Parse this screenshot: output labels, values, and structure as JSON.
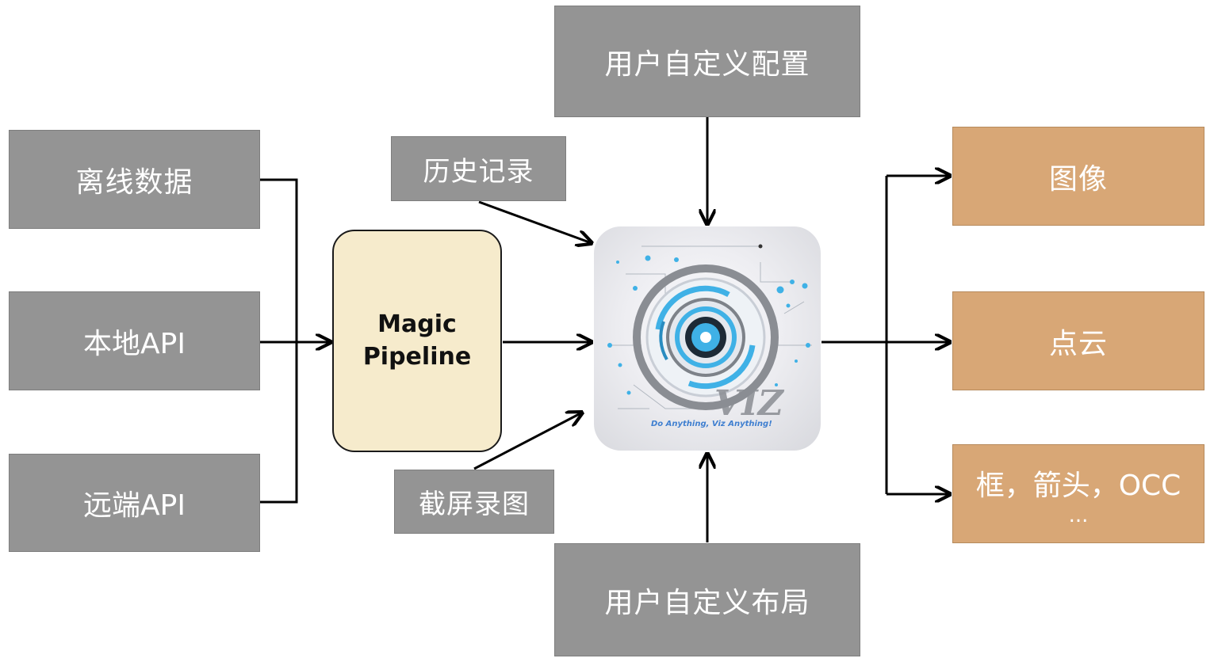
{
  "inputs": {
    "offline_data": "离线数据",
    "local_api": "本地API",
    "remote_api": "远端API"
  },
  "pipeline": {
    "line1": "Magic",
    "line2": "Pipeline"
  },
  "side_inputs": {
    "history": "历史记录",
    "screenshot": "截屏录图",
    "custom_config": "用户自定义配置",
    "custom_layout": "用户自定义布局"
  },
  "logo": {
    "wordmark": "VIZ",
    "tagline": "Do Anything, Viz Anything!"
  },
  "outputs": {
    "image": "图像",
    "point_cloud": "点云",
    "boxes": "框，箭头，OCC",
    "boxes_more": "..."
  },
  "colors": {
    "input_box": "#949494",
    "output_box": "#d8a776",
    "pipeline_box": "#f6ebcc",
    "connector": "#000000",
    "logo_accent": "#3fb1e6"
  }
}
